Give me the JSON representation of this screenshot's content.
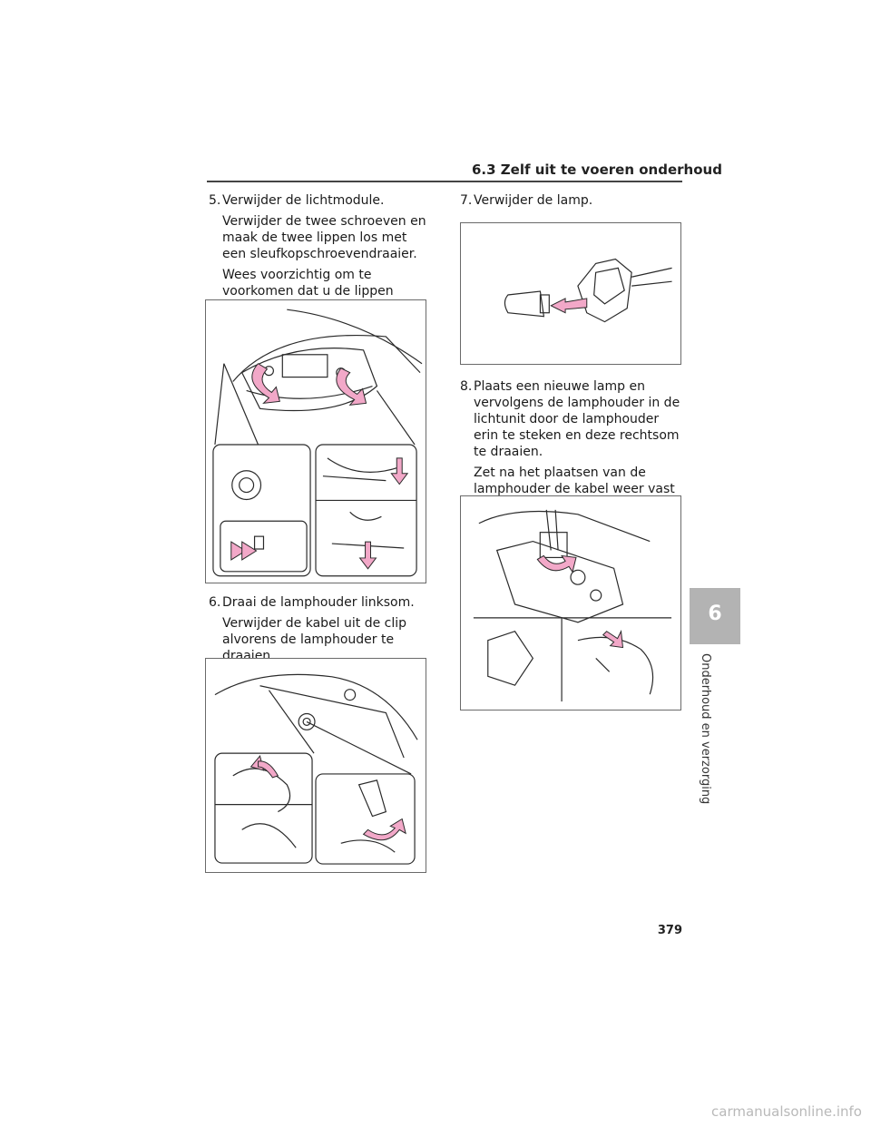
{
  "header": {
    "section_title": "6.3  Zelf uit te voeren onderhoud"
  },
  "steps": [
    {
      "number": "5.",
      "lead": "Verwijder de lichtmodule.",
      "details": [
        "Verwijder de twee schroeven en maak de twee lippen los met een sleufkopschroevendraaier.",
        "Wees voorzichtig om te voorkomen dat u de lippen beschadigt."
      ]
    },
    {
      "number": "6.",
      "lead": "Draai de lamphouder linksom.",
      "details": [
        "Verwijder de kabel uit de clip alvorens de lamphouder te draaien."
      ]
    },
    {
      "number": "7.",
      "lead": "Verwijder de lamp.",
      "details": []
    },
    {
      "number": "8.",
      "lead": "Plaats een nieuwe lamp en vervolgens de lamphouder in de lichtunit door de lamphouder erin te steken en deze rechtsom te draaien.",
      "details": [
        "Zet na het plaatsen van de lamphouder de kabel weer vast in de clip."
      ]
    }
  ],
  "sidebar": {
    "chapter_number": "6",
    "chapter_title": "Onderhoud en verzorging"
  },
  "footer": {
    "page_number": "379",
    "watermark": "carmanualsonline.info"
  },
  "colors": {
    "arrow_pink": "#f2a8c8",
    "chapter_tab": "#b3b3b3",
    "line_art": "#2a2a2a"
  }
}
